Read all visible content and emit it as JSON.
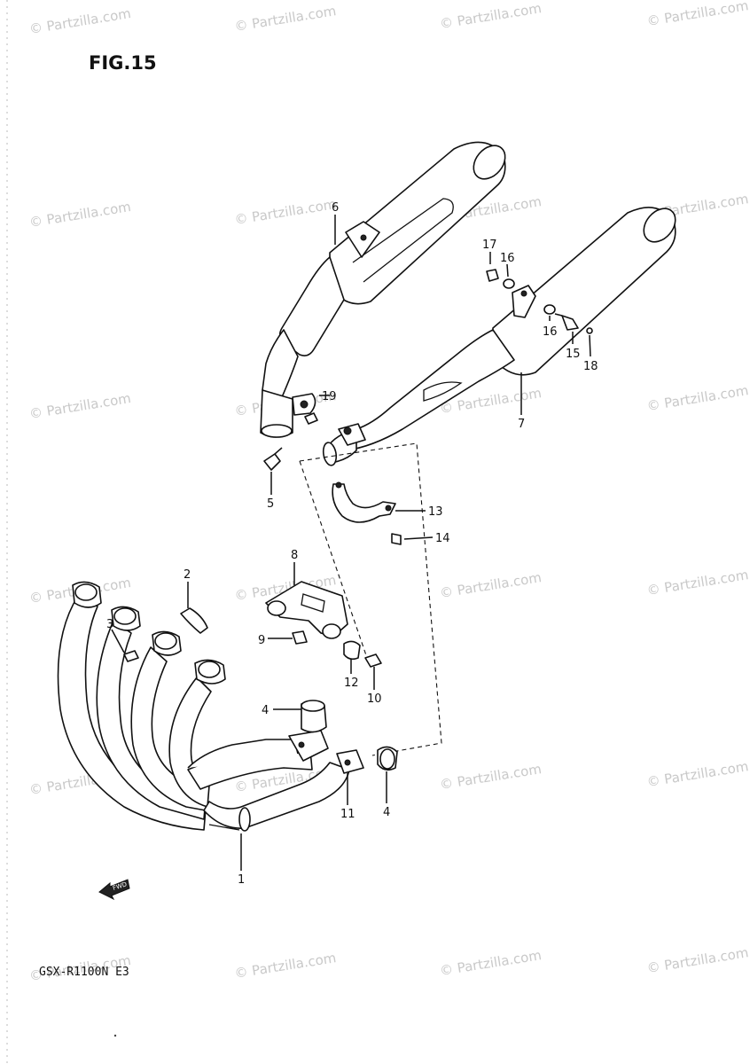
{
  "figure_title": "FIG.15",
  "model_code": "GSX-R1100N E3",
  "watermark_text": "© Partzilla.com",
  "parts": [
    {
      "id": "p1",
      "label": "1",
      "name": "exhaust-pipe-assy"
    },
    {
      "id": "p2",
      "label": "2",
      "name": "gasket"
    },
    {
      "id": "p3",
      "label": "3",
      "name": "exhaust-pipe-clamp"
    },
    {
      "id": "p4a",
      "label": "4",
      "name": "connector-gasket-right"
    },
    {
      "id": "p4b",
      "label": "4",
      "name": "connector-gasket-left"
    },
    {
      "id": "p5",
      "label": "5",
      "name": "clamp-bolt"
    },
    {
      "id": "p6",
      "label": "6",
      "name": "muffler-right"
    },
    {
      "id": "p7",
      "label": "7",
      "name": "muffler-left"
    },
    {
      "id": "p8",
      "label": "8",
      "name": "exhaust-pipe-bracket"
    },
    {
      "id": "p9",
      "label": "9",
      "name": "bracket-bolt"
    },
    {
      "id": "p10",
      "label": "10",
      "name": "bolt"
    },
    {
      "id": "p11",
      "label": "11",
      "name": "connector-clamp"
    },
    {
      "id": "p12",
      "label": "12",
      "name": "cushion"
    },
    {
      "id": "p13",
      "label": "13",
      "name": "muffler-bracket"
    },
    {
      "id": "p14",
      "label": "14",
      "name": "bracket-bolt-14"
    },
    {
      "id": "p15",
      "label": "15",
      "name": "muffler-bolt"
    },
    {
      "id": "p16a",
      "label": "16",
      "name": "washer-upper"
    },
    {
      "id": "p16b",
      "label": "16",
      "name": "washer-lower"
    },
    {
      "id": "p17",
      "label": "17",
      "name": "nut"
    },
    {
      "id": "p18",
      "label": "18",
      "name": "washer-18"
    },
    {
      "id": "p19",
      "label": "19",
      "name": "nut-19"
    }
  ],
  "colors": {
    "line": "#111111",
    "watermark": "#c9c9c9",
    "background": "#ffffff"
  },
  "icons": {
    "front_arrow": "fwd-arrow-icon"
  }
}
